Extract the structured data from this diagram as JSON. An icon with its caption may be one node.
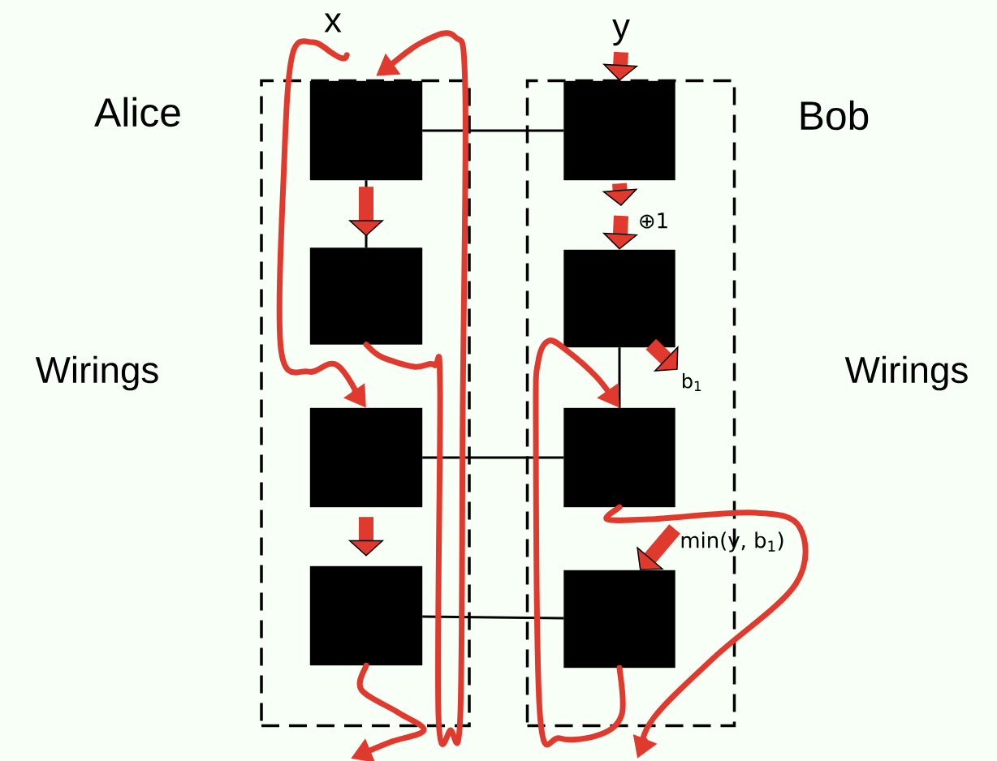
{
  "diagram": {
    "nodes": [
      {
        "text": [
          "Alice"
        ]
      },
      {
        "text": [
          "Bob"
        ]
      },
      {
        "text": [],
        "shape": "box",
        "in": 0
      },
      {
        "text": [],
        "shape": "box",
        "in": 0
      },
      {
        "text": [],
        "shape": "box",
        "in": 0
      },
      {
        "text": [],
        "shape": "box",
        "in": 0
      },
      {
        "text": [],
        "shape": "box",
        "in": 1
      },
      {
        "text": [],
        "shape": "box",
        "in": 1
      },
      {
        "text": [],
        "shape": "box",
        "in": 1
      },
      {
        "text": [],
        "shape": "box",
        "in": 1
      },
      {
        "text": [
          "x"
        ]
      },
      {
        "text": [
          "y"
        ]
      },
      {
        "text": [
          "b$_{1}$"
        ],
        "in": 1
      },
      {
        "text": [
          "min(y, b$_{1}$)"
        ]
      }
    ],
    "edges": [
      {
        "from": 2,
        "to": 6,
        "arrow": "none",
        "color": "#000000"
      },
      {
        "from": 2,
        "to": 3,
        "arrow": "none",
        "color": "#000000"
      },
      {
        "from": 4,
        "to": 8,
        "arrow": "none",
        "color": "#000000"
      },
      {
        "from": 5,
        "to": 9,
        "arrow": "none",
        "color": "#000000"
      },
      {
        "from": 7,
        "to": 8,
        "arrow": "none",
        "color": "#000000"
      },
      {
        "from": 2,
        "to": 3,
        "arrow": "to",
        "style": "thick",
        "color": "#e03a2e"
      },
      {
        "from": 4,
        "to": 5,
        "arrow": "to",
        "style": "thick",
        "color": "#e03a2e"
      },
      {
        "from": 11,
        "to": 6,
        "arrow": "to",
        "style": "thick",
        "color": "#e03a2e"
      },
      {
        "from": 6,
        "to": null,
        "arrow": "to",
        "style": "thick",
        "color": "#e03a2e"
      },
      {
        "from": null,
        "to": 7,
        "arrow": "to",
        "style": "thick",
        "color": "#e03a2e"
      },
      {
        "from": 7,
        "to": 12,
        "arrow": "to",
        "style": "thick",
        "color": "#e03a2e"
      },
      {
        "from": 13,
        "to": 9,
        "arrow": "to",
        "style": "thick",
        "color": "#e03a2e"
      },
      {
        "from": 10,
        "to": 4,
        "arrow": "to",
        "color": "#e03a2e"
      },
      {
        "from": 3,
        "to": 2,
        "arrow": "to",
        "color": "#e03a2e"
      },
      {
        "from": 5,
        "to": null,
        "arrow": "to",
        "color": "#e03a2e"
      },
      {
        "from": 9,
        "to": 8,
        "arrow": "to",
        "color": "#e03a2e"
      },
      {
        "from": 8,
        "to": null,
        "arrow": "to",
        "color": "#e03a2e"
      }
    ],
    "labels": [
      "Wirings",
      "Wirings",
      "⊕1"
    ]
  }
}
